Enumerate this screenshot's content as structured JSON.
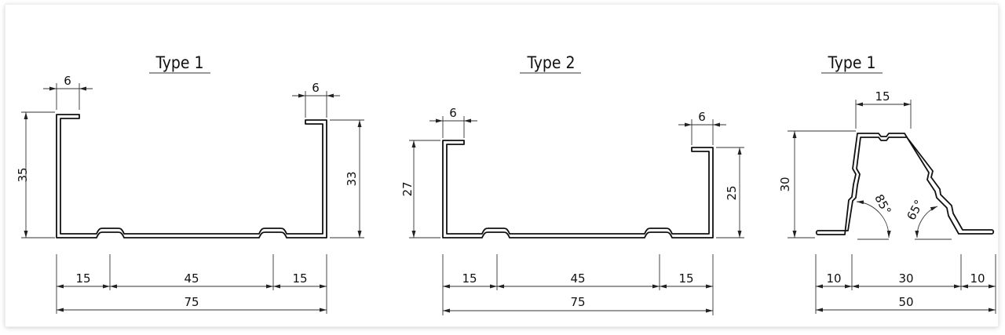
{
  "colors": {
    "stroke": "#111111",
    "background": "#ffffff"
  },
  "profiles": [
    {
      "title": "Type 1",
      "dims": {
        "left_height": "35",
        "right_height": "33",
        "left_lip": "6",
        "right_lip": "6",
        "seg_left": "15",
        "seg_mid": "45",
        "seg_right": "15",
        "total": "75"
      }
    },
    {
      "title": "Type 2",
      "dims": {
        "left_height": "27",
        "right_height": "25",
        "left_lip": "6",
        "right_lip": "6",
        "seg_left": "15",
        "seg_mid": "45",
        "seg_right": "15",
        "total": "75"
      }
    },
    {
      "title": "Type 1",
      "dims": {
        "height": "30",
        "top_width": "15",
        "angle_left": "85°",
        "angle_right": "65°",
        "seg_left": "10",
        "seg_mid": "30",
        "seg_right": "10",
        "total": "50"
      }
    }
  ]
}
